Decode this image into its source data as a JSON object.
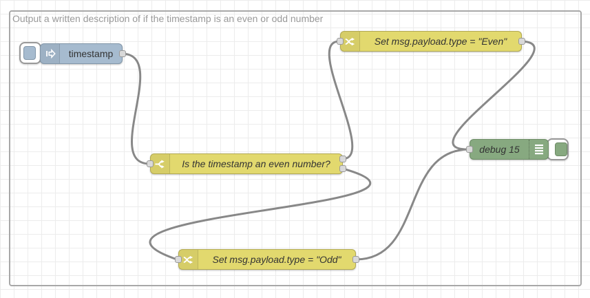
{
  "group": {
    "label": "Output a written description of if the timestamp is an even or odd number"
  },
  "nodes": [
    {
      "id": "timestamp",
      "type": "inject",
      "label": "timestamp",
      "icon": "inject-arrow-icon",
      "has_button": true
    },
    {
      "id": "is-even-switch",
      "type": "switch",
      "label": "Is the timestamp an even number?",
      "icon": "switch-fork-icon",
      "outputs": 2
    },
    {
      "id": "set-even",
      "type": "change",
      "label": "Set msg.payload.type = \"Even\"",
      "icon": "shuffle-icon"
    },
    {
      "id": "set-odd",
      "type": "change",
      "label": "Set msg.payload.type = \"Odd\"",
      "icon": "shuffle-icon"
    },
    {
      "id": "debug-15",
      "type": "debug",
      "label": "debug 15",
      "icon": "list-icon",
      "has_button": true
    }
  ],
  "wires": [
    {
      "from": "timestamp",
      "to": "is-even-switch"
    },
    {
      "from": "is-even-switch:output-1",
      "to": "set-even"
    },
    {
      "from": "is-even-switch:output-2",
      "to": "set-odd"
    },
    {
      "from": "set-even",
      "to": "debug-15"
    },
    {
      "from": "set-odd",
      "to": "debug-15"
    }
  ],
  "colors": {
    "canvas-bg": "#ffffff",
    "grid": "#ececec",
    "group-border": "#a8a8a8",
    "group-label": "#999999",
    "node-inject": "#a6bbcf",
    "node-inject-border": "#8196a9",
    "node-change": "#e2d96e",
    "node-change-border": "#b2a952",
    "node-debug": "#87a980",
    "node-debug-border": "#6d8c66",
    "wire": "#888888",
    "port-fill": "#d9d9d9",
    "port-border": "#999999",
    "label": "#333333"
  }
}
